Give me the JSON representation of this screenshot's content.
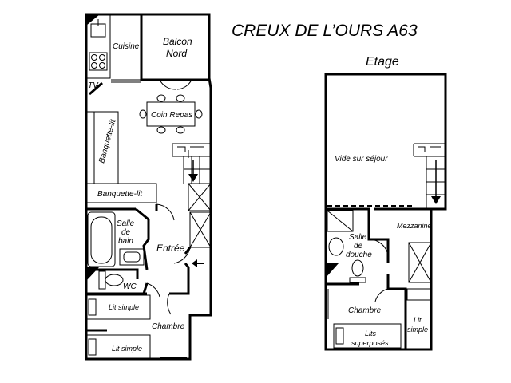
{
  "title": "CREUX DE L’OURS A63",
  "ground_floor": {
    "rooms": {
      "cuisine": "Cuisine",
      "balcon_line1": "Balcon",
      "balcon_line2": "Nord",
      "coin_repas": "Coin Repas",
      "tv": "TV",
      "banquette_lit_vertical": "Banquette-lit",
      "banquette_lit_horizontal": "Banquette-lit",
      "salle_de_bain_line1": "Salle",
      "salle_de_bain_line2": "de",
      "salle_de_bain_line3": "bain",
      "entree": "Entrée",
      "wc": "WC",
      "lit_simple_1": "Lit simple",
      "lit_simple_2": "Lit simple",
      "chambre": "Chambre"
    }
  },
  "upper_floor": {
    "heading": "Etage",
    "rooms": {
      "vide_sur_sejour": "Vide sur séjour",
      "mezzanine": "Mezzanine",
      "salle_de_douche_line1": "Salle",
      "salle_de_douche_line2": "de",
      "salle_de_douche_line3": "douche",
      "chambre": "Chambre",
      "lit_simple_line1": "Lit",
      "lit_simple_line2": "simple",
      "lits_superposes_line1": "Lits",
      "lits_superposes_line2": "superposés"
    }
  }
}
